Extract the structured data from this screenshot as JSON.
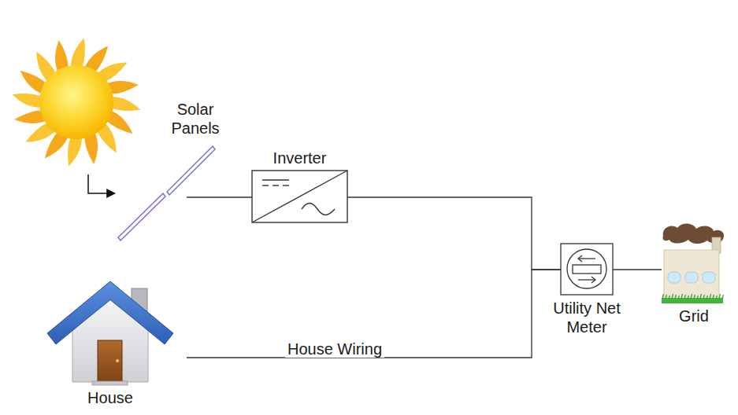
{
  "diagram": {
    "nodes": [
      {
        "text": [
          "Solar Panels"
        ]
      },
      {
        "text": [
          "Inverter"
        ]
      },
      {
        "text": [
          "House"
        ]
      },
      {
        "text": [
          "Utility Net Meter"
        ]
      },
      {
        "text": [
          "Grid"
        ]
      }
    ],
    "edges": [
      {
        "from": 0,
        "to": 1,
        "arrow": "none"
      },
      {
        "from": 1,
        "to": 3,
        "arrow": "none"
      },
      {
        "from": 2,
        "to": 3,
        "label": "House Wiring",
        "arrow": "none"
      },
      {
        "from": 3,
        "to": 4,
        "arrow": "none"
      }
    ]
  }
}
